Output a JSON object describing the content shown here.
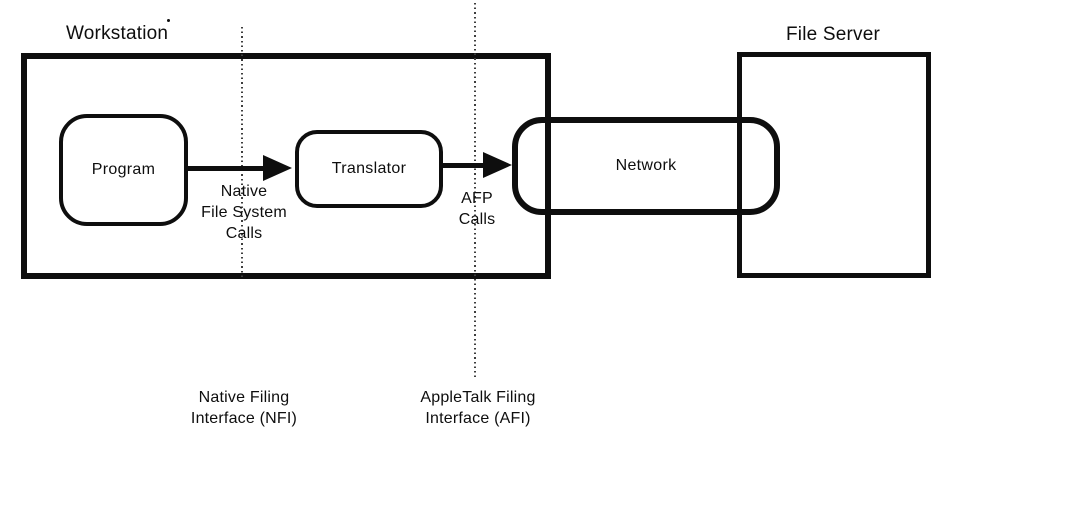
{
  "labels": {
    "workstation": "Workstation",
    "file_server": "File Server"
  },
  "nodes": {
    "program": "Program",
    "translator": "Translator",
    "network": "Network"
  },
  "annotations": {
    "native_calls": "Native\nFile System\nCalls",
    "afp_calls": "AFP\nCalls",
    "nfi": "Native Filing\nInterface (NFI)",
    "afi": "AppleTalk Filing\nInterface (AFI)"
  },
  "colors": {
    "ink": "#0e0e0e",
    "dotted_line": "#3d3d3d",
    "background": "#ffffff"
  }
}
